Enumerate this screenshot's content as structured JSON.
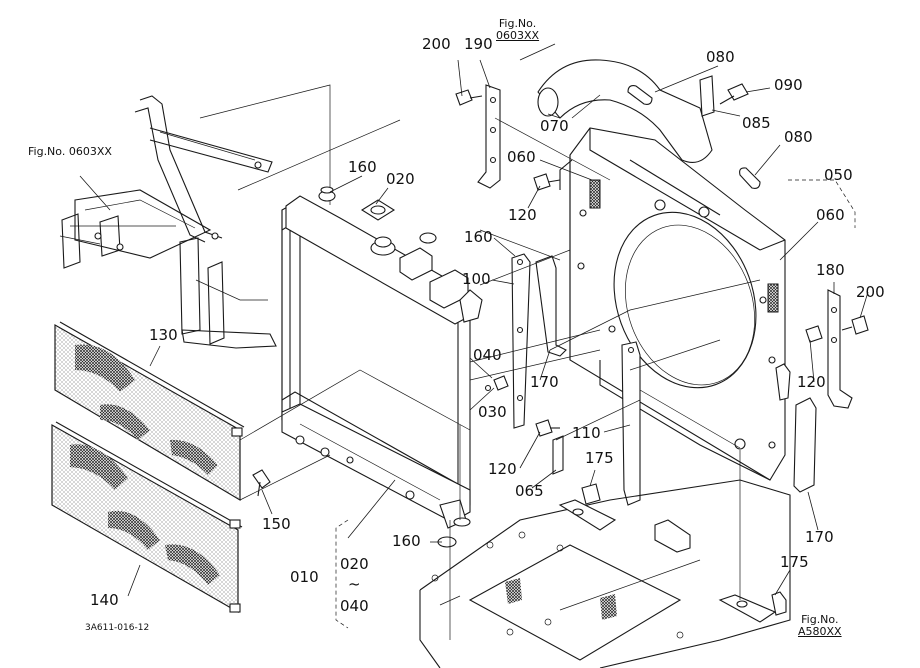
{
  "drawing": {
    "code": "3A611-016-12",
    "colors": {
      "ink": "#1a1a1a",
      "paper": "#ffffff"
    }
  },
  "fig_refs": {
    "top": {
      "label": "Fig.No.",
      "ref": "0603XX"
    },
    "left": {
      "label": "Fig.No.",
      "ref": "0603XX"
    },
    "bottom_right": {
      "label": "Fig.No.",
      "ref": "A580XX"
    }
  },
  "parts": {
    "p010": "010",
    "p020": "020",
    "p020_range_start": "020",
    "p020_range_tilde": "~",
    "p040_range_end": "040",
    "p030": "030",
    "p040": "040",
    "p050": "050",
    "p060_top": "060",
    "p060_right": "060",
    "p065": "065",
    "p070": "070",
    "p080_top": "080",
    "p080_right": "080",
    "p085": "085",
    "p090": "090",
    "p100": "100",
    "p110": "110",
    "p120_top": "120",
    "p120_bottom": "120",
    "p120_right": "120",
    "p130": "130",
    "p140": "140",
    "p150": "150",
    "p160_top": "160",
    "p160_mid": "160",
    "p160_bottom": "160",
    "p170_mid": "170",
    "p170_right": "170",
    "p175_top": "175",
    "p175_bottom": "175",
    "p180": "180",
    "p190": "190",
    "p200_top": "200",
    "p200_right": "200"
  }
}
